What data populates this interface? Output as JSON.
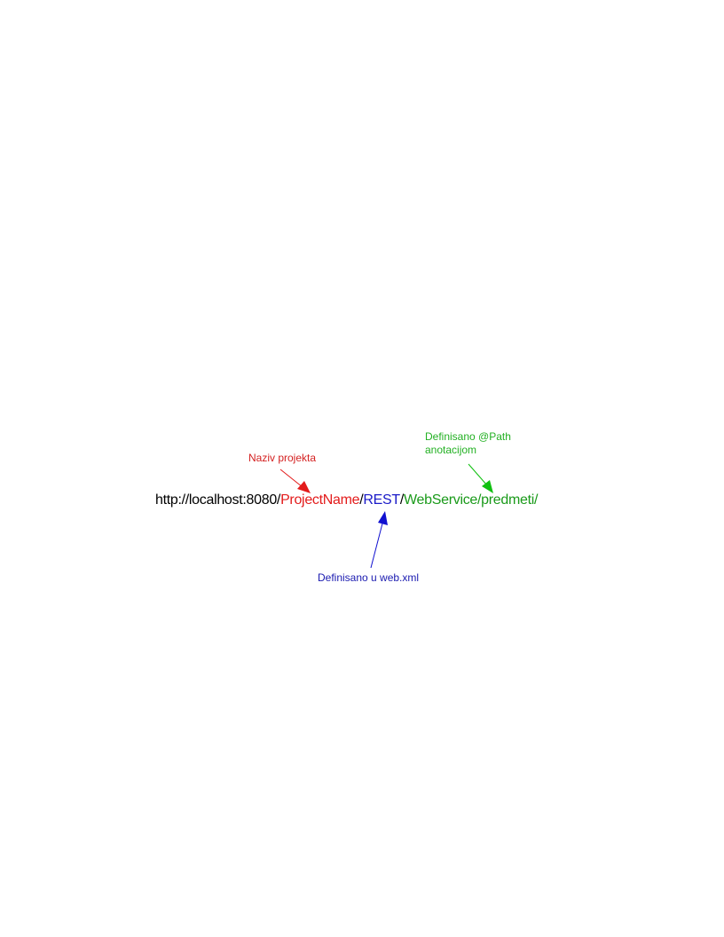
{
  "url": {
    "base": "http://localhost:8080/",
    "project": "ProjectName",
    "sep1": "/",
    "rest": "REST",
    "sep2": "/",
    "service": "WebService/predmeti/"
  },
  "annotations": {
    "project": "Naziv projekta",
    "webxml": "Definisano u web.xml",
    "path_line1": "Definisano @Path",
    "path_line2": "anotacijom"
  },
  "colors": {
    "base": "#000000",
    "project": "#e31b1b",
    "rest": "#1a1ac8",
    "service": "#1a9a1a",
    "path_note": "#22b022",
    "arrow_red": "#e31b1b",
    "arrow_blue": "#1010d0",
    "arrow_green": "#10c010"
  }
}
